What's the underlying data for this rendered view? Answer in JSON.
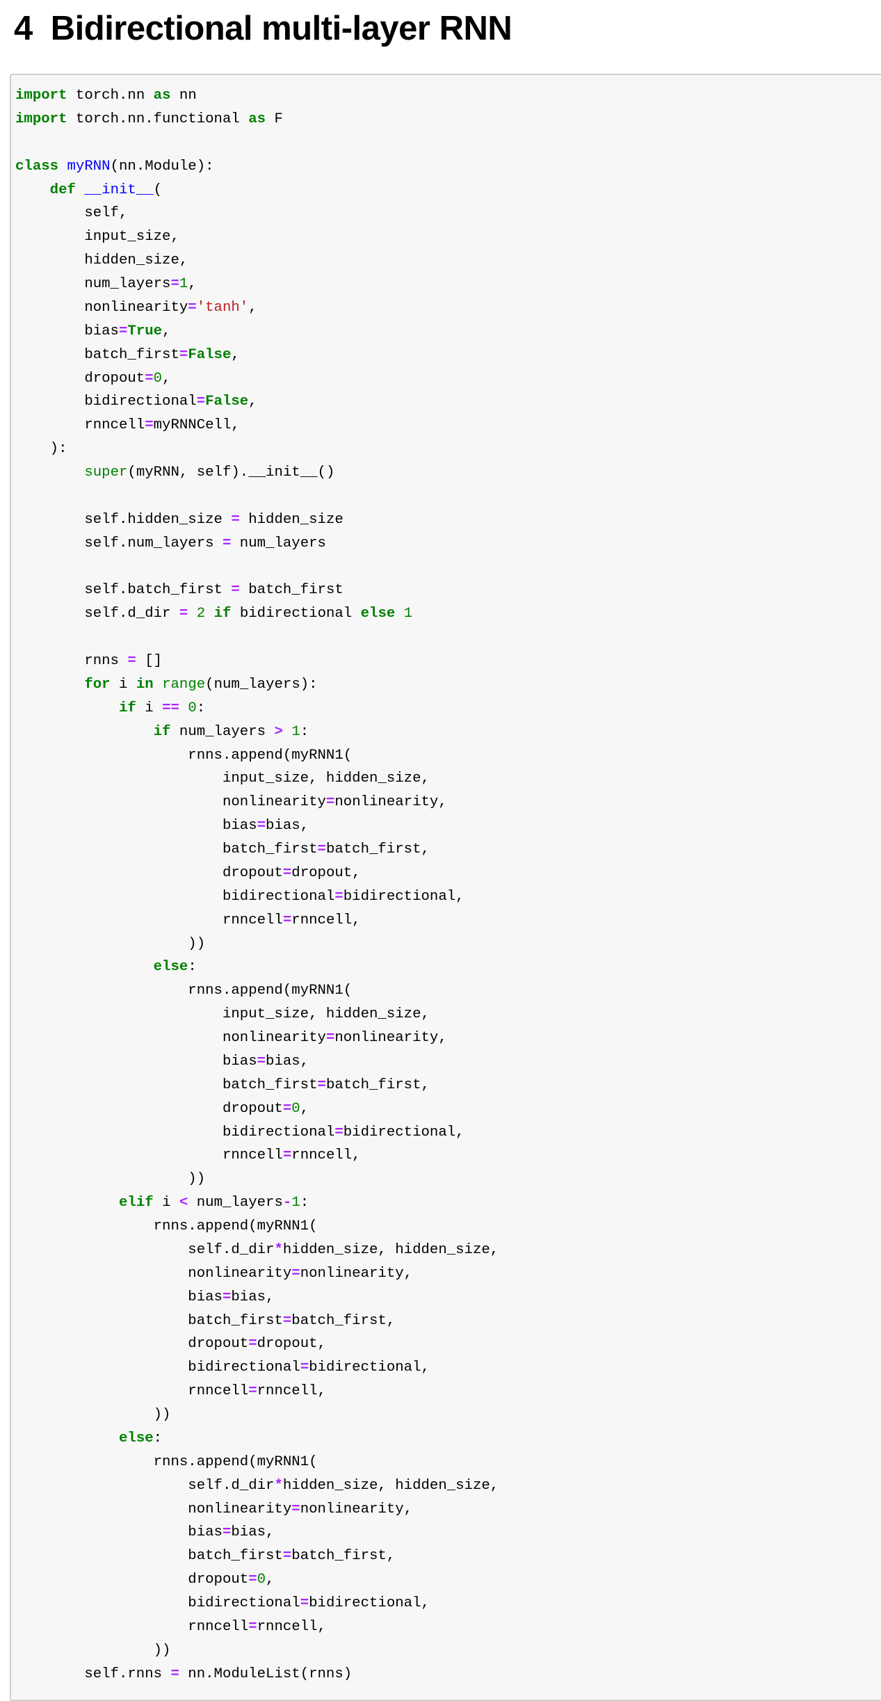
{
  "heading": {
    "number": "4",
    "title": "Bidirectional multi-layer RNN"
  },
  "code_lines": [
    [
      [
        "k",
        "import"
      ],
      [
        "t",
        " torch.nn "
      ],
      [
        "k",
        "as"
      ],
      [
        "t",
        " nn"
      ]
    ],
    [
      [
        "k",
        "import"
      ],
      [
        "t",
        " torch.nn.functional "
      ],
      [
        "k",
        "as"
      ],
      [
        "t",
        " F"
      ]
    ],
    [],
    [
      [
        "k",
        "class"
      ],
      [
        "t",
        " "
      ],
      [
        "f",
        "myRNN"
      ],
      [
        "t",
        "(nn.Module):"
      ]
    ],
    [
      [
        "t",
        "    "
      ],
      [
        "k",
        "def"
      ],
      [
        "t",
        " "
      ],
      [
        "f",
        "__init__"
      ],
      [
        "t",
        "("
      ]
    ],
    [
      [
        "t",
        "        self,"
      ]
    ],
    [
      [
        "t",
        "        input_size,"
      ]
    ],
    [
      [
        "t",
        "        hidden_size,"
      ]
    ],
    [
      [
        "t",
        "        num_layers"
      ],
      [
        "o",
        "="
      ],
      [
        "n",
        "1"
      ],
      [
        "t",
        ","
      ]
    ],
    [
      [
        "t",
        "        nonlinearity"
      ],
      [
        "o",
        "="
      ],
      [
        "s",
        "'tanh'"
      ],
      [
        "t",
        ","
      ]
    ],
    [
      [
        "t",
        "        bias"
      ],
      [
        "o",
        "="
      ],
      [
        "k",
        "True"
      ],
      [
        "t",
        ","
      ]
    ],
    [
      [
        "t",
        "        batch_first"
      ],
      [
        "o",
        "="
      ],
      [
        "k",
        "False"
      ],
      [
        "t",
        ","
      ]
    ],
    [
      [
        "t",
        "        dropout"
      ],
      [
        "o",
        "="
      ],
      [
        "n",
        "0"
      ],
      [
        "t",
        ","
      ]
    ],
    [
      [
        "t",
        "        bidirectional"
      ],
      [
        "o",
        "="
      ],
      [
        "k",
        "False"
      ],
      [
        "t",
        ","
      ]
    ],
    [
      [
        "t",
        "        rnncell"
      ],
      [
        "o",
        "="
      ],
      [
        "t",
        "myRNNCell,"
      ]
    ],
    [
      [
        "t",
        "    ):"
      ]
    ],
    [
      [
        "t",
        "        "
      ],
      [
        "b",
        "super"
      ],
      [
        "t",
        "(myRNN, self).__init__()"
      ]
    ],
    [],
    [
      [
        "t",
        "        self.hidden_size "
      ],
      [
        "o",
        "="
      ],
      [
        "t",
        " hidden_size"
      ]
    ],
    [
      [
        "t",
        "        self.num_layers "
      ],
      [
        "o",
        "="
      ],
      [
        "t",
        " num_layers"
      ]
    ],
    [],
    [
      [
        "t",
        "        self.batch_first "
      ],
      [
        "o",
        "="
      ],
      [
        "t",
        " batch_first"
      ]
    ],
    [
      [
        "t",
        "        self.d_dir "
      ],
      [
        "o",
        "="
      ],
      [
        "t",
        " "
      ],
      [
        "n",
        "2"
      ],
      [
        "t",
        " "
      ],
      [
        "k",
        "if"
      ],
      [
        "t",
        " bidirectional "
      ],
      [
        "k",
        "else"
      ],
      [
        "t",
        " "
      ],
      [
        "n",
        "1"
      ]
    ],
    [],
    [
      [
        "t",
        "        rnns "
      ],
      [
        "o",
        "="
      ],
      [
        "t",
        " []"
      ]
    ],
    [
      [
        "t",
        "        "
      ],
      [
        "k",
        "for"
      ],
      [
        "t",
        " i "
      ],
      [
        "k",
        "in"
      ],
      [
        "t",
        " "
      ],
      [
        "b",
        "range"
      ],
      [
        "t",
        "(num_layers):"
      ]
    ],
    [
      [
        "t",
        "            "
      ],
      [
        "k",
        "if"
      ],
      [
        "t",
        " i "
      ],
      [
        "o",
        "=="
      ],
      [
        "t",
        " "
      ],
      [
        "n",
        "0"
      ],
      [
        "t",
        ":"
      ]
    ],
    [
      [
        "t",
        "                "
      ],
      [
        "k",
        "if"
      ],
      [
        "t",
        " num_layers "
      ],
      [
        "o",
        ">"
      ],
      [
        "t",
        " "
      ],
      [
        "n",
        "1"
      ],
      [
        "t",
        ":"
      ]
    ],
    [
      [
        "t",
        "                    rnns.append(myRNN1("
      ]
    ],
    [
      [
        "t",
        "                        input_size, hidden_size,"
      ]
    ],
    [
      [
        "t",
        "                        nonlinearity"
      ],
      [
        "o",
        "="
      ],
      [
        "t",
        "nonlinearity,"
      ]
    ],
    [
      [
        "t",
        "                        bias"
      ],
      [
        "o",
        "="
      ],
      [
        "t",
        "bias,"
      ]
    ],
    [
      [
        "t",
        "                        batch_first"
      ],
      [
        "o",
        "="
      ],
      [
        "t",
        "batch_first,"
      ]
    ],
    [
      [
        "t",
        "                        dropout"
      ],
      [
        "o",
        "="
      ],
      [
        "t",
        "dropout,"
      ]
    ],
    [
      [
        "t",
        "                        bidirectional"
      ],
      [
        "o",
        "="
      ],
      [
        "t",
        "bidirectional,"
      ]
    ],
    [
      [
        "t",
        "                        rnncell"
      ],
      [
        "o",
        "="
      ],
      [
        "t",
        "rnncell,"
      ]
    ],
    [
      [
        "t",
        "                    ))"
      ]
    ],
    [
      [
        "t",
        "                "
      ],
      [
        "k",
        "else"
      ],
      [
        "t",
        ":"
      ]
    ],
    [
      [
        "t",
        "                    rnns.append(myRNN1("
      ]
    ],
    [
      [
        "t",
        "                        input_size, hidden_size,"
      ]
    ],
    [
      [
        "t",
        "                        nonlinearity"
      ],
      [
        "o",
        "="
      ],
      [
        "t",
        "nonlinearity,"
      ]
    ],
    [
      [
        "t",
        "                        bias"
      ],
      [
        "o",
        "="
      ],
      [
        "t",
        "bias,"
      ]
    ],
    [
      [
        "t",
        "                        batch_first"
      ],
      [
        "o",
        "="
      ],
      [
        "t",
        "batch_first,"
      ]
    ],
    [
      [
        "t",
        "                        dropout"
      ],
      [
        "o",
        "="
      ],
      [
        "n",
        "0"
      ],
      [
        "t",
        ","
      ]
    ],
    [
      [
        "t",
        "                        bidirectional"
      ],
      [
        "o",
        "="
      ],
      [
        "t",
        "bidirectional,"
      ]
    ],
    [
      [
        "t",
        "                        rnncell"
      ],
      [
        "o",
        "="
      ],
      [
        "t",
        "rnncell,"
      ]
    ],
    [
      [
        "t",
        "                    ))"
      ]
    ],
    [
      [
        "t",
        "            "
      ],
      [
        "k",
        "elif"
      ],
      [
        "t",
        " i "
      ],
      [
        "o",
        "<"
      ],
      [
        "t",
        " num_layers"
      ],
      [
        "o",
        "-"
      ],
      [
        "n",
        "1"
      ],
      [
        "t",
        ":"
      ]
    ],
    [
      [
        "t",
        "                rnns.append(myRNN1("
      ]
    ],
    [
      [
        "t",
        "                    self.d_dir"
      ],
      [
        "o",
        "*"
      ],
      [
        "t",
        "hidden_size, hidden_size,"
      ]
    ],
    [
      [
        "t",
        "                    nonlinearity"
      ],
      [
        "o",
        "="
      ],
      [
        "t",
        "nonlinearity,"
      ]
    ],
    [
      [
        "t",
        "                    bias"
      ],
      [
        "o",
        "="
      ],
      [
        "t",
        "bias,"
      ]
    ],
    [
      [
        "t",
        "                    batch_first"
      ],
      [
        "o",
        "="
      ],
      [
        "t",
        "batch_first,"
      ]
    ],
    [
      [
        "t",
        "                    dropout"
      ],
      [
        "o",
        "="
      ],
      [
        "t",
        "dropout,"
      ]
    ],
    [
      [
        "t",
        "                    bidirectional"
      ],
      [
        "o",
        "="
      ],
      [
        "t",
        "bidirectional,"
      ]
    ],
    [
      [
        "t",
        "                    rnncell"
      ],
      [
        "o",
        "="
      ],
      [
        "t",
        "rnncell,"
      ]
    ],
    [
      [
        "t",
        "                ))"
      ]
    ],
    [
      [
        "t",
        "            "
      ],
      [
        "k",
        "else"
      ],
      [
        "t",
        ":"
      ]
    ],
    [
      [
        "t",
        "                rnns.append(myRNN1("
      ]
    ],
    [
      [
        "t",
        "                    self.d_dir"
      ],
      [
        "o",
        "*"
      ],
      [
        "t",
        "hidden_size, hidden_size,"
      ]
    ],
    [
      [
        "t",
        "                    nonlinearity"
      ],
      [
        "o",
        "="
      ],
      [
        "t",
        "nonlinearity,"
      ]
    ],
    [
      [
        "t",
        "                    bias"
      ],
      [
        "o",
        "="
      ],
      [
        "t",
        "bias,"
      ]
    ],
    [
      [
        "t",
        "                    batch_first"
      ],
      [
        "o",
        "="
      ],
      [
        "t",
        "batch_first,"
      ]
    ],
    [
      [
        "t",
        "                    dropout"
      ],
      [
        "o",
        "="
      ],
      [
        "n",
        "0"
      ],
      [
        "t",
        ","
      ]
    ],
    [
      [
        "t",
        "                    bidirectional"
      ],
      [
        "o",
        "="
      ],
      [
        "t",
        "bidirectional,"
      ]
    ],
    [
      [
        "t",
        "                    rnncell"
      ],
      [
        "o",
        "="
      ],
      [
        "t",
        "rnncell,"
      ]
    ],
    [
      [
        "t",
        "                ))"
      ]
    ],
    [
      [
        "t",
        "        self.rnns "
      ],
      [
        "o",
        "="
      ],
      [
        "t",
        " nn.ModuleList(rnns)"
      ]
    ]
  ],
  "colors": {
    "keyword": "#008000",
    "operator": "#AA22FF",
    "string": "#BA2121",
    "name": "#0000FF",
    "cell_bg": "#f7f7f7"
  }
}
